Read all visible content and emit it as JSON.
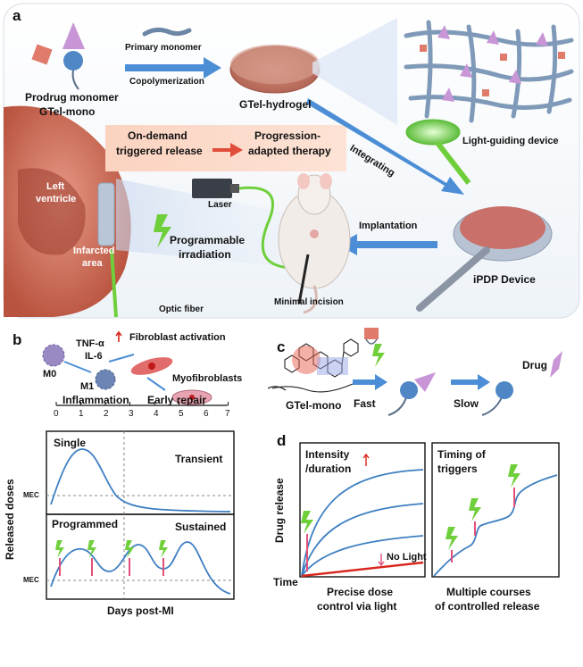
{
  "panel_a": {
    "letter": "a",
    "prodrug_monomer": "Prodrug monomer",
    "gtel_mono": "GTel-mono",
    "primary_monomer": "Primary monomer",
    "copolymerization": "Copolymerization",
    "gtel_hydrogel": "GTel-hydrogel",
    "on_demand_1": "On-demand",
    "on_demand_2": "triggered release",
    "progression_1": "Progression-",
    "progression_2": "adapted therapy",
    "integrating": "Integrating",
    "light_guiding": "Light-guiding device",
    "left_ventricle_1": "Left",
    "left_ventricle_2": "ventricle",
    "laser": "Laser",
    "programmable_1": "Programmable",
    "programmable_2": "irradiation",
    "implantation": "Implantation",
    "infarcted_1": "Infarcted",
    "infarcted_2": "area",
    "ipdp": "iPDP Device",
    "minimal_incision": "Minimal incision",
    "optic_fiber": "Optic fiber"
  },
  "panel_b": {
    "letter": "b",
    "tnf": "TNF-α",
    "il6": "IL-6",
    "fibroblast_activation": "Fibroblast activation",
    "myofibroblasts": "Myofibroblasts",
    "m0": "M0",
    "m1": "M1",
    "inflammation": "Inflammation",
    "early_repair": "Early repair",
    "x_ticks": [
      "0",
      "1",
      "2",
      "3",
      "4",
      "5",
      "6",
      "7"
    ],
    "single": "Single",
    "transient": "Transient",
    "programmed": "Programmed",
    "sustained": "Sustained",
    "mec": "MEC",
    "ylabel": "Released doses",
    "xlabel": "Days post-MI"
  },
  "panel_c": {
    "letter": "c",
    "gtel_mono": "GTel-mono",
    "fast": "Fast",
    "slow": "Slow",
    "drug": "Drug"
  },
  "panel_d": {
    "letter": "d",
    "intensity_1": "Intensity",
    "intensity_2": "/duration",
    "ylabel": "Drug release",
    "no_light": "No Light",
    "time": "Time",
    "timing_1": "Timing of",
    "timing_2": "triggers",
    "caption_left_1": "Precise dose",
    "caption_left_2": "control via light",
    "caption_right_1": "Multiple courses",
    "caption_right_2": "of controlled release"
  },
  "colors": {
    "curve_blue": "#3d7fc1",
    "no_light_red": "#d8261c",
    "arrow_blue": "#4b8ed6",
    "green_light": "#6fcf3b",
    "box_peach": "#fbd9c8"
  }
}
